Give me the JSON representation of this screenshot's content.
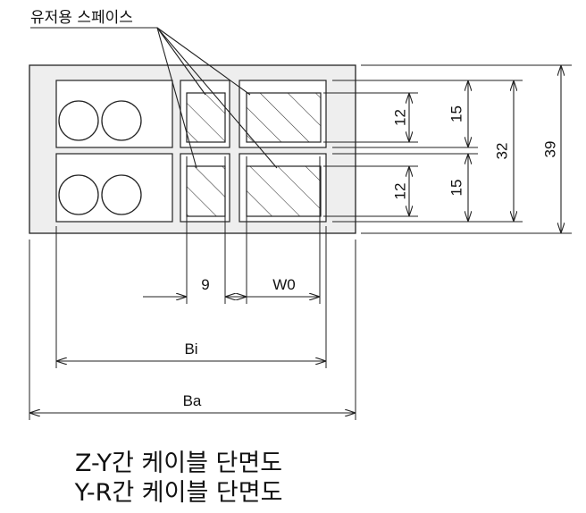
{
  "top_label": "유저용 스페이스",
  "dimensions": {
    "upper_inner": "12",
    "lower_inner": "12",
    "upper_outer": "15",
    "lower_outer": "15",
    "mid": "32",
    "total": "39",
    "gap_width": "9",
    "space_width": "W0",
    "inner_width": "Bi",
    "outer_width": "Ba"
  },
  "captions": [
    "Z-Y간 케이블 단면도",
    "Y-R간 케이블 단면도"
  ],
  "colors": {
    "fill": "#eeeeee",
    "stroke": "#222222",
    "background": "#ffffff"
  }
}
